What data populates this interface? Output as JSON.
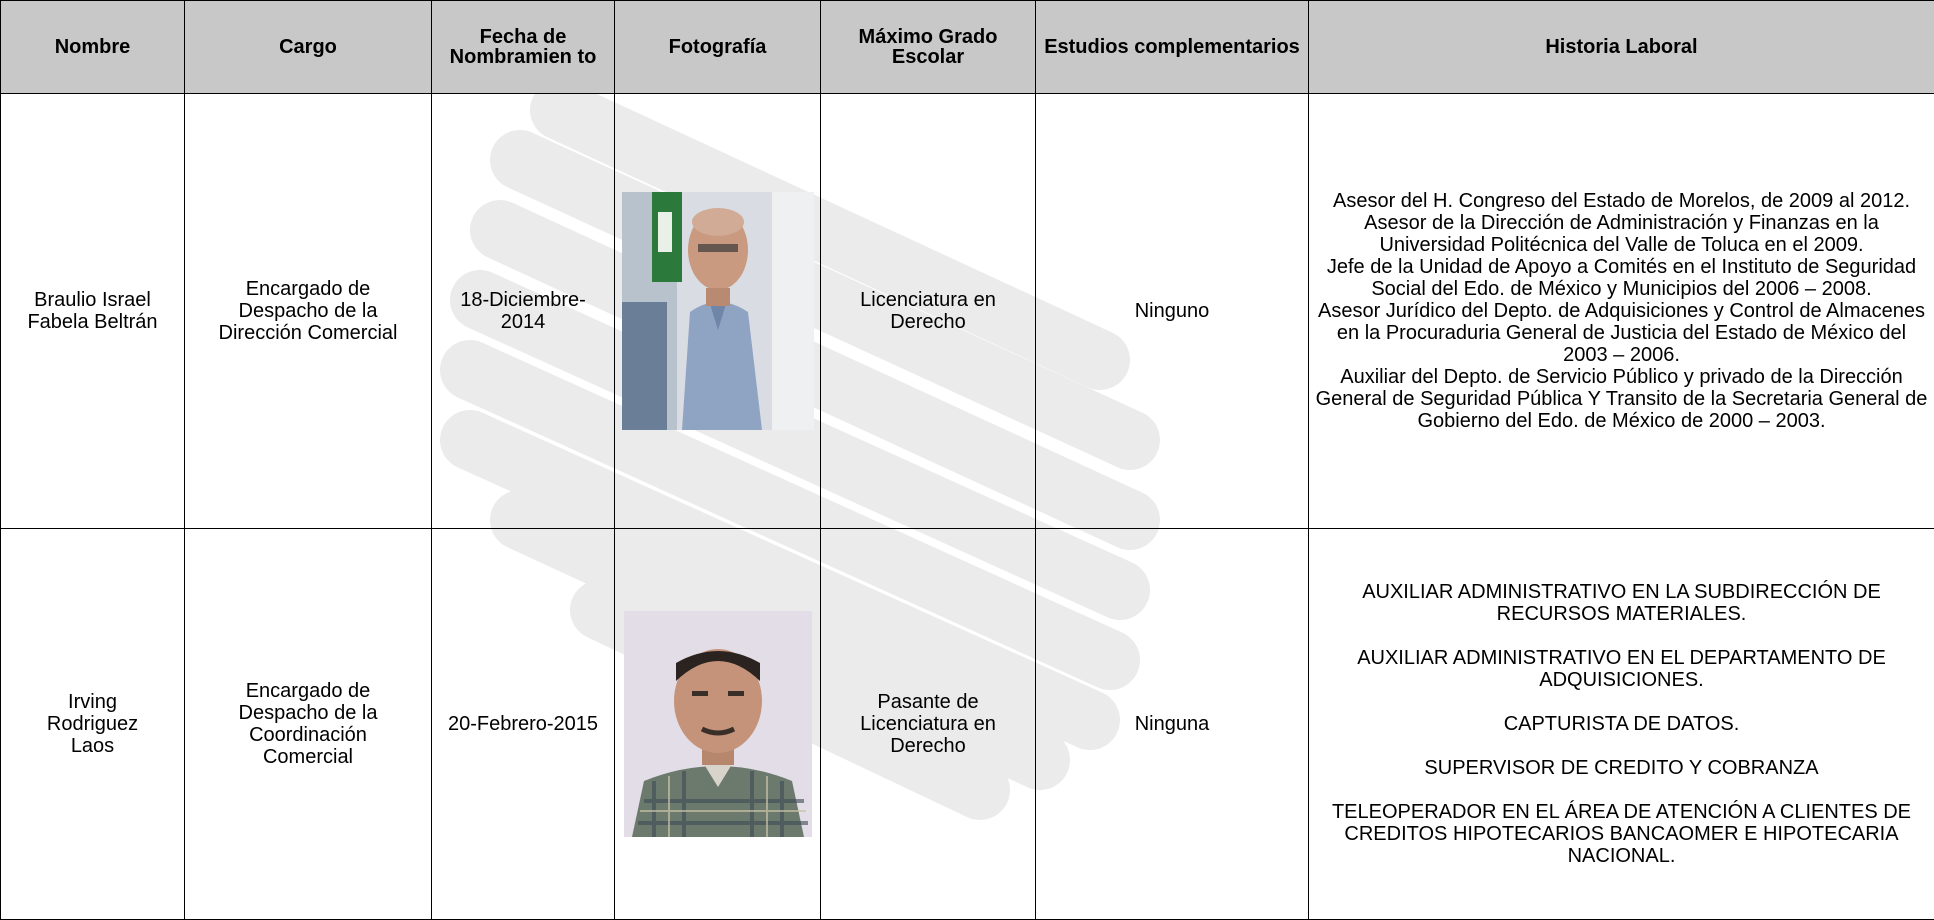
{
  "headers": {
    "nombre": "Nombre",
    "cargo": "Cargo",
    "fecha": "Fecha de Nombramien to",
    "fotografia": "Fotografía",
    "grado": "Máximo Grado Escolar",
    "estudios": "Estudios complementarios",
    "historia": "Historia Laboral"
  },
  "rows": [
    {
      "nombre": "Braulio Israel Fabela Beltrán",
      "cargo": "Encargado de Despacho de la Dirección Comercial",
      "fecha": "18-Diciembre-2014",
      "grado": "Licenciatura en Derecho",
      "estudios": "Ninguno",
      "historia": [
        "Asesor del H. Congreso del Estado de Morelos, de 2009 al 2012.",
        "Asesor de la Dirección de Administración y Finanzas en la Universidad Politécnica del Valle de Toluca en el 2009.",
        "Jefe de la Unidad de Apoyo a Comités en el Instituto de Seguridad Social del Edo. de México y Municipios del 2006 – 2008.",
        "Asesor Jurídico del Depto. de Adquisiciones y Control de Almacenes en la Procuraduria General de Justicia del Estado de México del 2003 – 2006.",
        "Auxiliar del Depto. de Servicio Público y privado de la Dirección General de Seguridad Pública Y Transito de la Secretaria General de Gobierno del Edo. de México de 2000 – 2003."
      ]
    },
    {
      "nombre": "Irving Rodriguez Laos",
      "cargo": "Encargado de Despacho de la Coordinación Comercial",
      "fecha": "20-Febrero-2015",
      "grado": "Pasante de Licenciatura en Derecho",
      "estudios": "Ninguna",
      "historia": [
        "AUXILIAR ADMINISTRATIVO EN LA SUBDIRECCIÓN DE RECURSOS MATERIALES.",
        "AUXILIAR ADMINISTRATIVO EN EL DEPARTAMENTO DE ADQUISICIONES.",
        "CAPTURISTA DE DATOS.",
        "SUPERVISOR DE CREDITO Y COBRANZA",
        "TELEOPERADOR EN EL ÁREA DE ATENCIÓN A CLIENTES DE CREDITOS HIPOTECARIOS BANCAOMER E HIPOTECARIA NACIONAL."
      ]
    }
  ],
  "colors": {
    "header_bg": "#c8c8c8",
    "watermark": "#e6e6e6"
  }
}
